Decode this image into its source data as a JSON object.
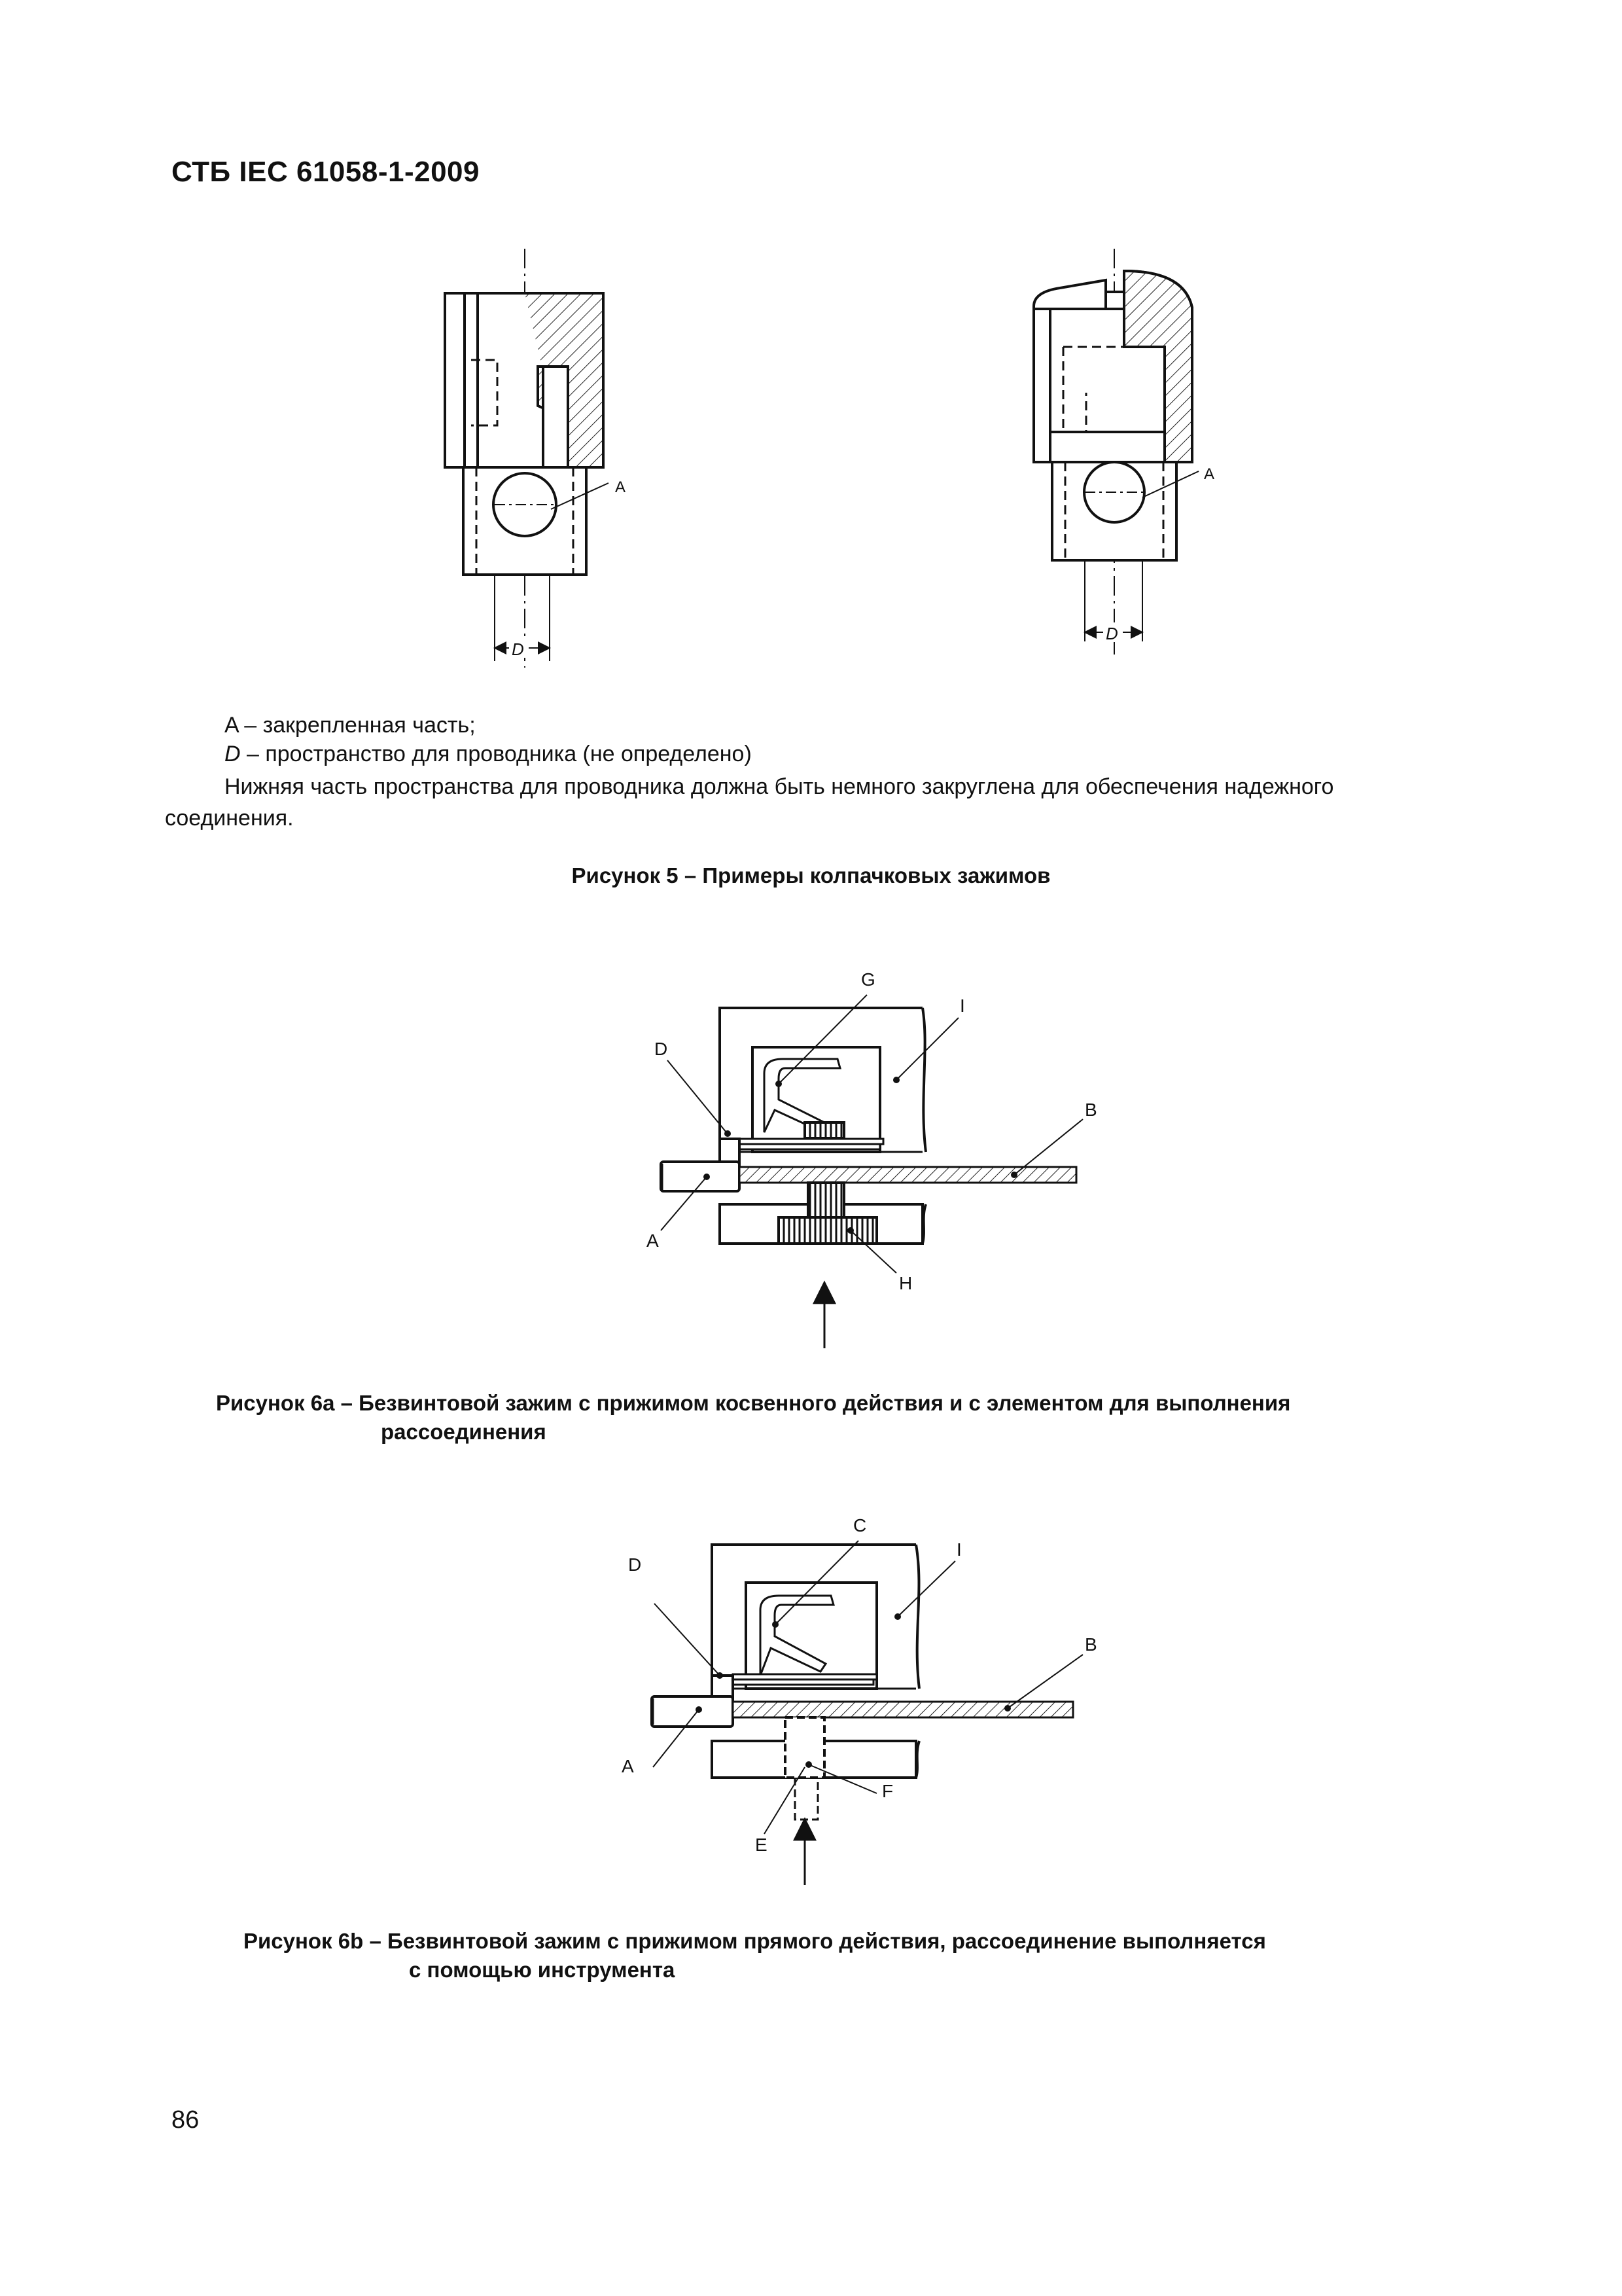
{
  "header": {
    "standard": "СТБ IEC 61058-1-2009"
  },
  "figure5": {
    "labels": {
      "a": "A",
      "d": "D"
    },
    "legend": [
      {
        "key": "A",
        "text": " – закрепленная часть;"
      },
      {
        "key": "D",
        "text": " – пространство для проводника (не определено)"
      }
    ],
    "note": "Нижняя часть пространства для проводника должна быть немного закруглена для обеспечения надежного соединения.",
    "caption": "Рисунок 5 – Примеры колпачковых зажимов"
  },
  "figure6a": {
    "labels": {
      "g": "G",
      "i": "I",
      "d": "D",
      "b": "B",
      "a": "A",
      "h": "H"
    },
    "caption_line1": "Рисунок 6а – Безвинтовой зажим с прижимом косвенного действия и с элементом для выполнения",
    "caption_line2": "рассоединения"
  },
  "figure6b": {
    "labels": {
      "c": "C",
      "i": "I",
      "d": "D",
      "b": "B",
      "a": "A",
      "f": "F",
      "e": "E"
    },
    "caption_line1": "Рисунок 6b – Безвинтовой зажим с прижимом прямого действия, рассоединение выполняется",
    "caption_line2": "с помощью инструмента"
  },
  "footer": {
    "page_number": "86"
  }
}
